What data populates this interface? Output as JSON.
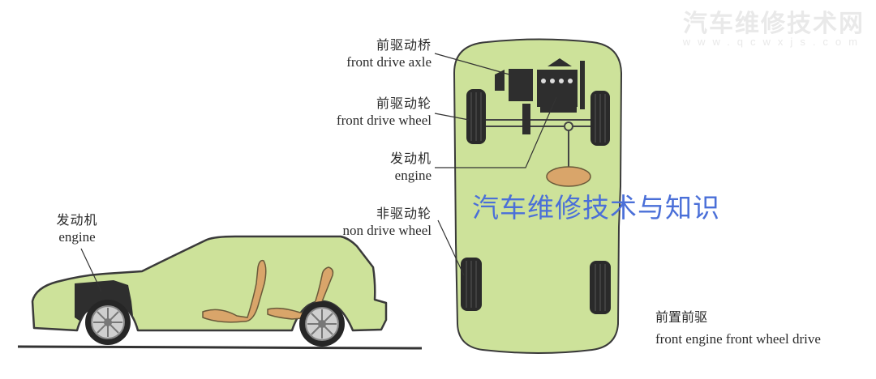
{
  "watermark": {
    "title": "汽车维修技术网",
    "url": "www.qcwxjs.com"
  },
  "overlay_text": "汽车维修技术与知识",
  "side_view": {
    "engine_label": {
      "zh": "发动机",
      "en": "engine"
    }
  },
  "top_view": {
    "labels": [
      {
        "zh": "前驱动桥",
        "en": "front drive axle"
      },
      {
        "zh": "前驱动轮",
        "en": "front drive wheel"
      },
      {
        "zh": "发动机",
        "en": "engine"
      },
      {
        "zh": "非驱动轮",
        "en": "non drive wheel"
      }
    ]
  },
  "caption": {
    "zh": "前置前驱",
    "en": "front engine front wheel drive"
  },
  "colors": {
    "body_fill": "#cde29a",
    "outline": "#3a3a3a",
    "seat": "#d9a56a",
    "engine": "#2e2e2e",
    "overlay_text": "#4a6fd8",
    "watermark": "#e9e9e9"
  }
}
